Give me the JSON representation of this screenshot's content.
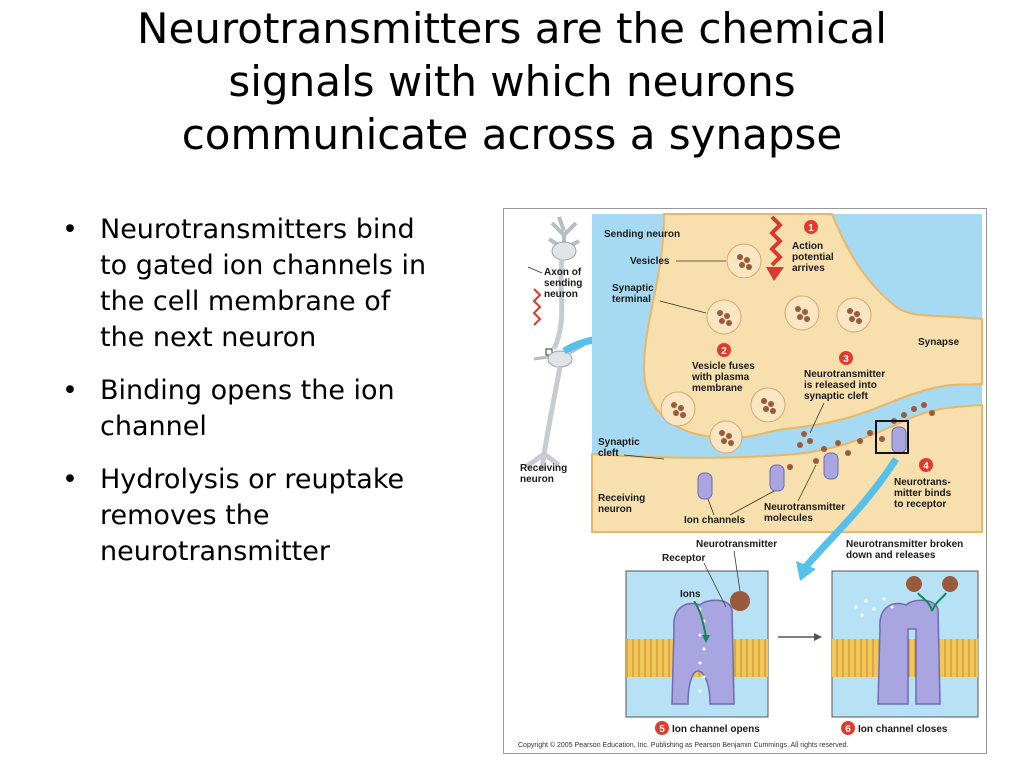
{
  "slide": {
    "title_lines": [
      "Neurotransmitters are the chemical",
      "signals with which neurons",
      "communicate across a synapse"
    ],
    "bullets": [
      {
        "lines": [
          "Neurotransmitters bind",
          "to gated ion channels in",
          "the cell membrane of",
          "the next neuron"
        ]
      },
      {
        "lines": [
          "Binding opens the ion",
          "channel"
        ]
      },
      {
        "lines": [
          "Hydrolysis or reuptake",
          "removes the",
          "neurotransmitter"
        ]
      }
    ]
  },
  "figure": {
    "labels": {
      "sending_neuron": "Sending neuron",
      "vesicles": "Vesicles",
      "synaptic_terminal_1": "Synaptic",
      "synaptic_terminal_2": "terminal",
      "axon_1": "Axon of",
      "axon_2": "sending",
      "axon_3": "neuron",
      "action_1": "Action",
      "action_2": "potential",
      "action_3": "arrives",
      "synapse": "Synapse",
      "fuses_1": "Vesicle fuses",
      "fuses_2": "with plasma",
      "fuses_3": "membrane",
      "released_1": "Neurotransmitter",
      "released_2": "is released into",
      "released_3": "synaptic cleft",
      "cleft_1": "Synaptic",
      "cleft_2": "cleft",
      "receiving_left_1": "Receiving",
      "receiving_left_2": "neuron",
      "receiving_1": "Receiving",
      "receiving_2": "neuron",
      "ion_channels": "Ion channels",
      "nt_molecules_1": "Neurotransmitter",
      "nt_molecules_2": "molecules",
      "binds_1": "Neurotrans-",
      "binds_2": "mitter binds",
      "binds_3": "to receptor",
      "nt_bottom": "Neurotransmitter",
      "receptor": "Receptor",
      "ions": "Ions",
      "broken_1": "Neurotransmitter broken",
      "broken_2": "down and releases",
      "opens": "Ion channel opens",
      "closes": "Ion channel closes",
      "copyright": "Copyright © 2005 Pearson Education, Inc. Publishing as Pearson Benjamin Cummings. All rights reserved."
    },
    "steps": [
      "1",
      "2",
      "3",
      "4",
      "5",
      "6"
    ],
    "colors": {
      "fluid": "#a6daf2",
      "terminal": "#f7dfae",
      "terminal_edge": "#e9b766",
      "vesicle": "#fbe6c4",
      "molecule": "#9b5a3c",
      "channel": "#a9a5e0",
      "membrane": "#f2c75a",
      "step_badge": "#e23b2e",
      "arrow": "#55c0ea"
    }
  }
}
